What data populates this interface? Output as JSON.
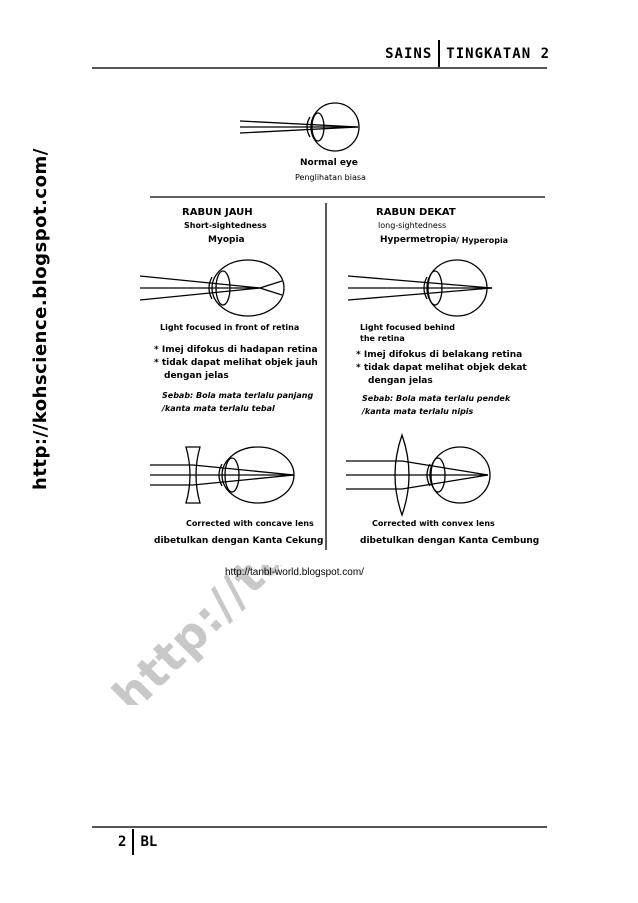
{
  "header": {
    "subject": "SAINS",
    "form": "TINGKATAN 2"
  },
  "footer": {
    "page_number": "2",
    "author": "BL"
  },
  "figure": {
    "side_url": "http://kohscience.blogspot.com/",
    "normal": {
      "title": "Normal eye",
      "subtitle": "Penglihatan biasa"
    },
    "myopia": {
      "heading": "RABUN JAUH",
      "english": "Short-sightedness",
      "term": "Myopia",
      "focus_note": "Light focused in front of retina",
      "bullet1": "* Imej difokus di hadapan retina",
      "bullet2_line1": "* tidak dapat melihat objek jauh",
      "bullet2_line2": "dengan jelas",
      "cause_line1": "Sebab: Bola mata terlalu panjang",
      "cause_line2": "/kanta mata terlalu tebal",
      "correction": "Corrected with concave lens",
      "correction_malay": "dibetulkan dengan Kanta Cekung"
    },
    "hyperopia": {
      "heading": "RABUN DEKAT",
      "english": "long-sightedness",
      "term": "Hypermetropia",
      "term_alt": "/ Hyperopia",
      "focus_note_line1": "Light focused behind",
      "focus_note_line2": "the retina",
      "bullet1": "* Imej difokus di belakang retina",
      "bullet2_line1": "* tidak dapat melihat objek dekat",
      "bullet2_line2": "dengan jelas",
      "cause_line1": "Sebab: Bola mata terlalu pendek",
      "cause_line2": "/kanta mata terlalu nipis",
      "correction": "Corrected with convex lens",
      "correction_malay": "dibetulkan dengan Kanta Cembung"
    }
  },
  "caption_url": "http://tanbl-world.blogspot.com/",
  "watermark": "http://ta"
}
